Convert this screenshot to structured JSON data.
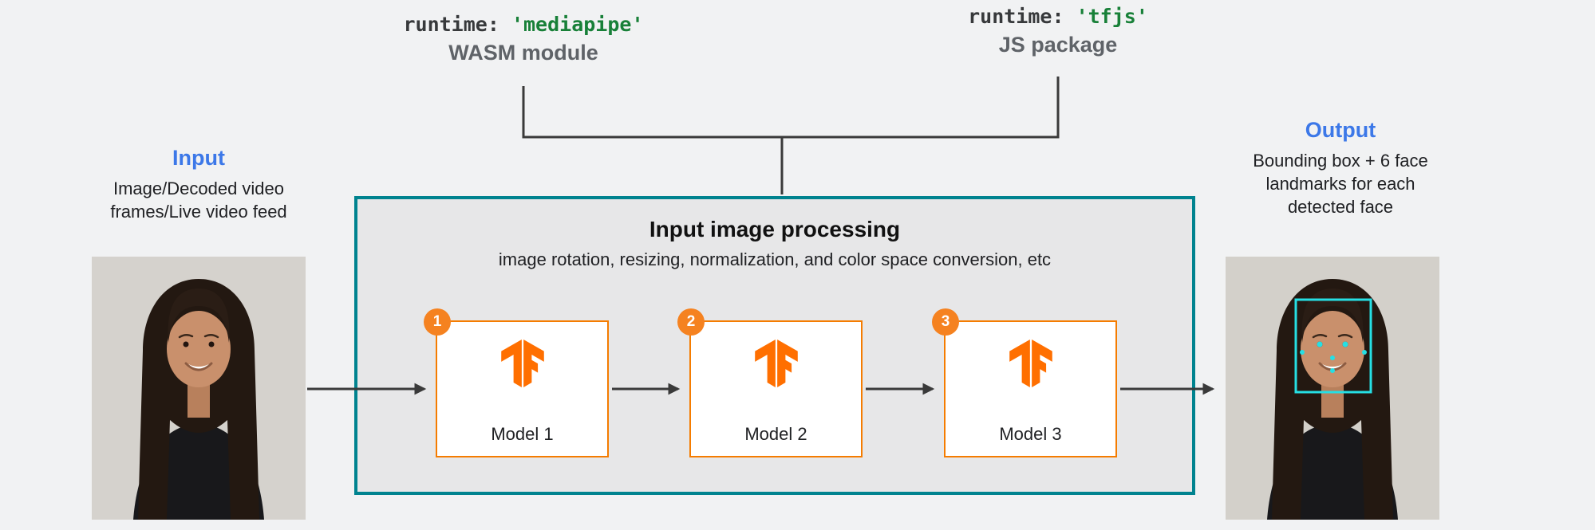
{
  "runtimes": {
    "mediapipe": {
      "code_prefix": "runtime:",
      "code_value": "'mediapipe'",
      "label": "WASM module"
    },
    "tfjs": {
      "code_prefix": "runtime:",
      "code_value": "'tfjs'",
      "label": "JS package"
    }
  },
  "input": {
    "heading": "Input",
    "description_lines": [
      "Image/Decoded video",
      "frames/Live video feed"
    ]
  },
  "output": {
    "heading": "Output",
    "description_lines": [
      "Bounding box + 6 face",
      "landmarks for each",
      "detected face"
    ]
  },
  "processing": {
    "title": "Input image processing",
    "subtitle": "image rotation, resizing, normalization, and color space conversion, etc",
    "models": [
      {
        "badge": "1",
        "label": "Model 1"
      },
      {
        "badge": "2",
        "label": "Model 2"
      },
      {
        "badge": "3",
        "label": "Model 3"
      }
    ]
  },
  "colors": {
    "accent_blue": "#3c78e8",
    "teal_border": "#00838f",
    "orange_border": "#f57c00",
    "badge_orange": "#f58220",
    "code_green": "#188038",
    "arrow_gray": "#3a3a3a",
    "landmark_cyan": "#26dfe4",
    "box_fill": "#e7e7e8",
    "page_background": "#f1f2f3"
  }
}
